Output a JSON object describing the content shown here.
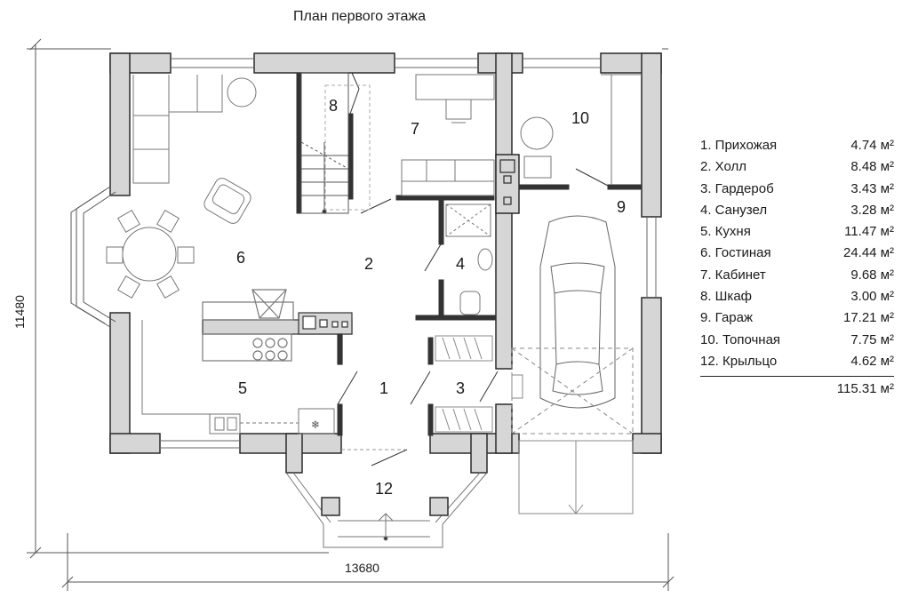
{
  "plan": {
    "title": "План первого этажа",
    "dimension_width": "13680",
    "dimension_height": "11480",
    "room_numbers": [
      "1",
      "2",
      "3",
      "4",
      "5",
      "6",
      "7",
      "8",
      "9",
      "10",
      "12"
    ]
  },
  "legend": {
    "rooms": [
      {
        "name": "1. Прихожая",
        "area": "4.74 м²"
      },
      {
        "name": "2. Холл",
        "area": "8.48 м²"
      },
      {
        "name": "3. Гардероб",
        "area": "3.43 м²"
      },
      {
        "name": "4. Санузел",
        "area": "3.28 м²"
      },
      {
        "name": "5. Кухня",
        "area": "11.47 м²"
      },
      {
        "name": "6. Гостиная",
        "area": "24.44 м²"
      },
      {
        "name": "7. Кабинет",
        "area": "9.68 м²"
      },
      {
        "name": "8. Шкаф",
        "area": "3.00 м²"
      },
      {
        "name": "9. Гараж",
        "area": "17.21 м²"
      },
      {
        "name": "10. Топочная",
        "area": "7.75 м²"
      },
      {
        "name": "12. Крыльцо",
        "area": "4.62 м²"
      }
    ],
    "total": "115.31 м²"
  },
  "colors": {
    "wall_fill": "#d6d6d6",
    "wall_stroke": "#2a2a2a",
    "line": "#444444",
    "dashed": "#999999"
  }
}
